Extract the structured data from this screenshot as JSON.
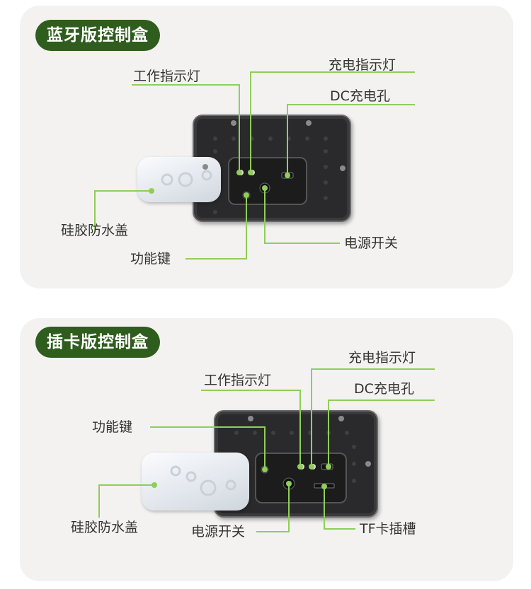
{
  "sections": [
    {
      "title": "蓝牙版控制盒",
      "labels": {
        "work_light": "工作指示灯",
        "charge_light": "充电指示灯",
        "dc_port": "DC充电孔",
        "silicone_cap": "硅胶防水盖",
        "function_key": "功能键",
        "power_switch": "电源开关"
      }
    },
    {
      "title": "插卡版控制盒",
      "labels": {
        "work_light": "工作指示灯",
        "charge_light": "充电指示灯",
        "dc_port": "DC充电孔",
        "function_key": "功能键",
        "silicone_cap": "硅胶防水盖",
        "power_switch": "电源开关",
        "tf_slot": "TF卡插槽"
      }
    }
  ],
  "colors": {
    "pill_bg": "#2f5d1e",
    "leader_line": "#8fce5a",
    "panel_bg": "#f3f2f1",
    "box_body": "#2a2a2c"
  }
}
